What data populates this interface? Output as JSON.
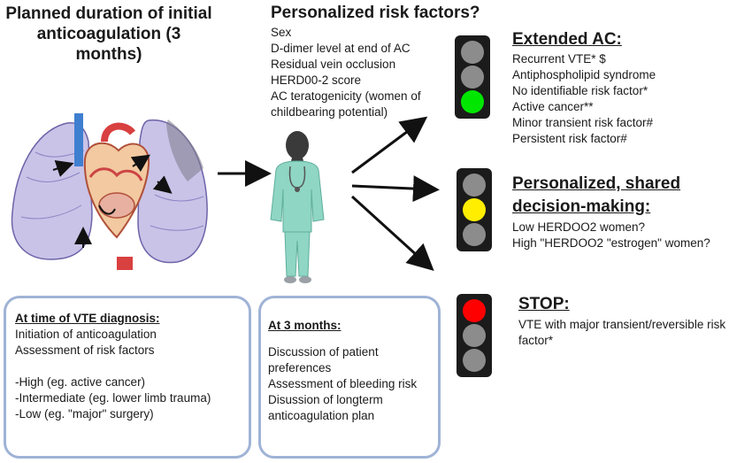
{
  "planned": {
    "lines": [
      "Planned duration of initial",
      "anticoagulation (3",
      "months)"
    ]
  },
  "risk": {
    "title": "Personalized risk factors?",
    "items": [
      "Sex",
      "D-dimer level at end of AC",
      "Residual vein occlusion",
      "HERD00-2 score",
      "AC teratogenicity (women of",
      "childbearing potential)"
    ]
  },
  "extended": {
    "title": "Extended AC:",
    "items": [
      "Recurrent VTE* $",
      "Antiphospholipid syndrome",
      "No identifiable risk factor*",
      "Active cancer**",
      "Minor transient risk factor#",
      "Persistent risk factor#"
    ]
  },
  "shared": {
    "title_lines": [
      "Personalized, shared",
      "decision-making:"
    ],
    "items": [
      "Low HERDOO2 women?",
      "High \"HERDOO2 \"estrogen\" women?"
    ]
  },
  "stop": {
    "title": "STOP:",
    "items": [
      "VTE with major transient/reversible risk",
      "factor*"
    ]
  },
  "diagnosis_box": {
    "title": "At time of VTE diagnosis:",
    "items": [
      "Initiation of anticoagulation",
      "Assessment of risk factors",
      "",
      "-High (eg. active cancer)",
      "-Intermediate (eg. lower limb trauma)",
      "-Low (eg. \"major\" surgery)"
    ]
  },
  "months_box": {
    "title": "At 3 months:",
    "items": [
      "Discussion of patient",
      "preferences",
      "Assessment of bleeding risk",
      "Disussion of longterm",
      "anticoagulation plan"
    ]
  },
  "colors": {
    "green": "#00e600",
    "yellow": "#ffee00",
    "red": "#ff0000",
    "off": "#8c8c8c",
    "box_border": "#9fb3d6"
  },
  "icons": [
    "lungs-heart-illustration",
    "doctor-icon",
    "traffic-light-green-icon",
    "traffic-light-yellow-icon",
    "traffic-light-red-icon"
  ]
}
